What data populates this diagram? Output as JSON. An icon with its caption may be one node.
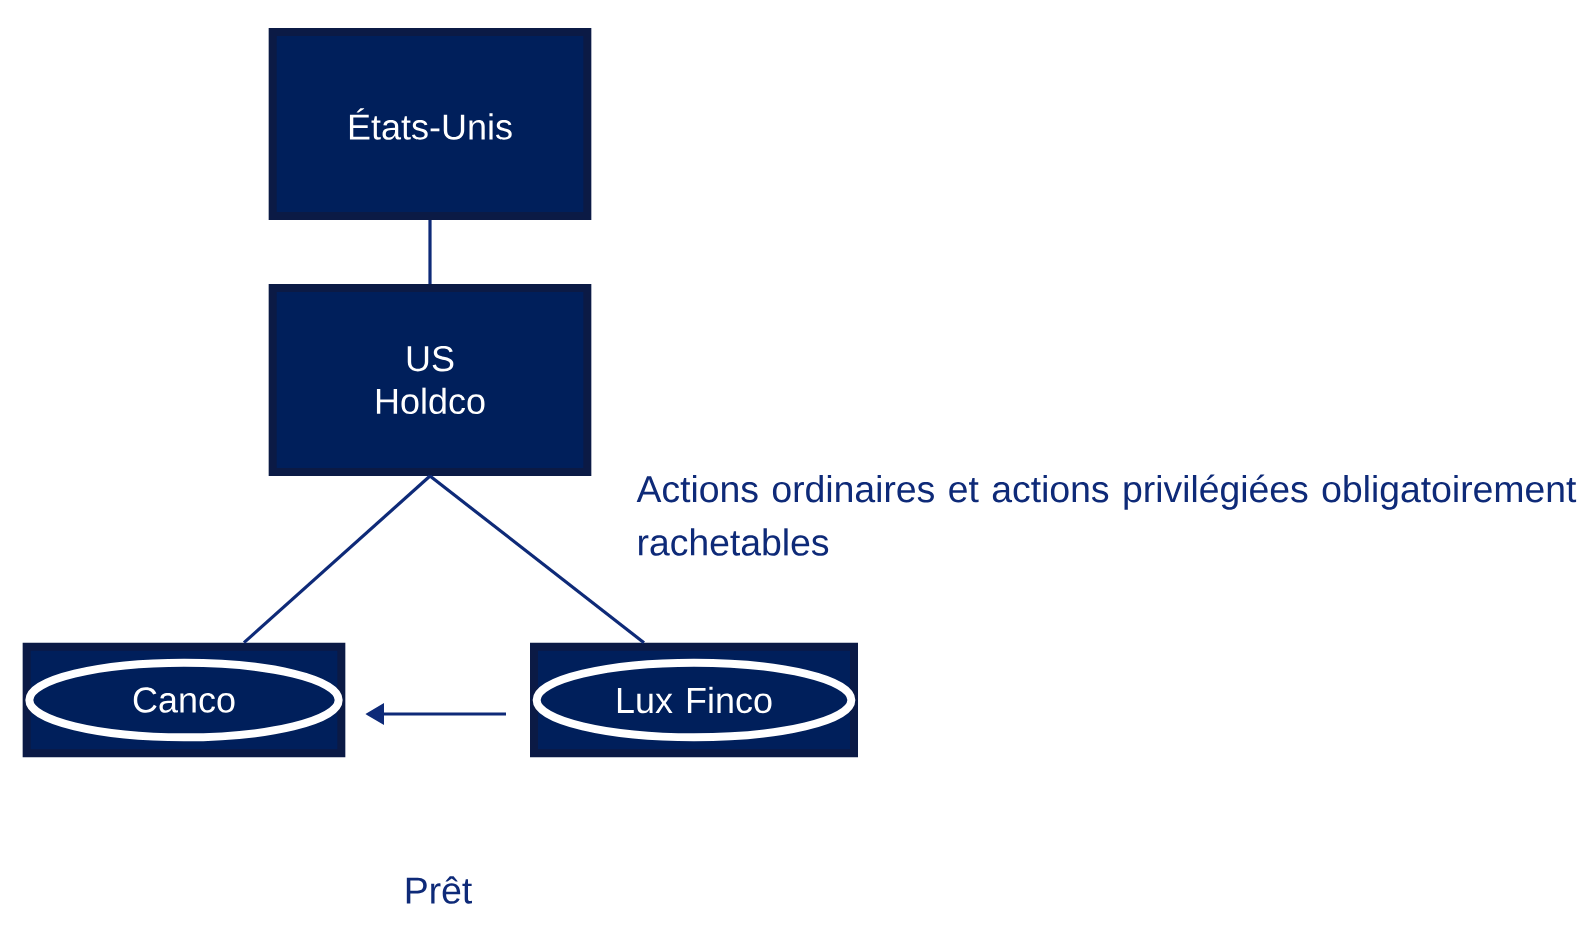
{
  "diagram": {
    "nodes": [
      {
        "text": [
          "États-Unis"
        ]
      },
      {
        "text": [
          "US Holdco"
        ]
      },
      {
        "text": [
          "Canco"
        ]
      },
      {
        "text": [
          "Lux Finco"
        ]
      }
    ],
    "edges": [
      {
        "from": 0,
        "to": 1,
        "arrow": "none"
      },
      {
        "from": 1,
        "to": 2,
        "arrow": "none"
      },
      {
        "from": 1,
        "to": 3,
        "arrow": "none"
      },
      {
        "from": 3,
        "to": 2,
        "arrow": "to",
        "label": "Prêt"
      }
    ],
    "labels": [
      "Actions ordinaires et actions privilégiées obligatoirement rachetables"
    ]
  }
}
